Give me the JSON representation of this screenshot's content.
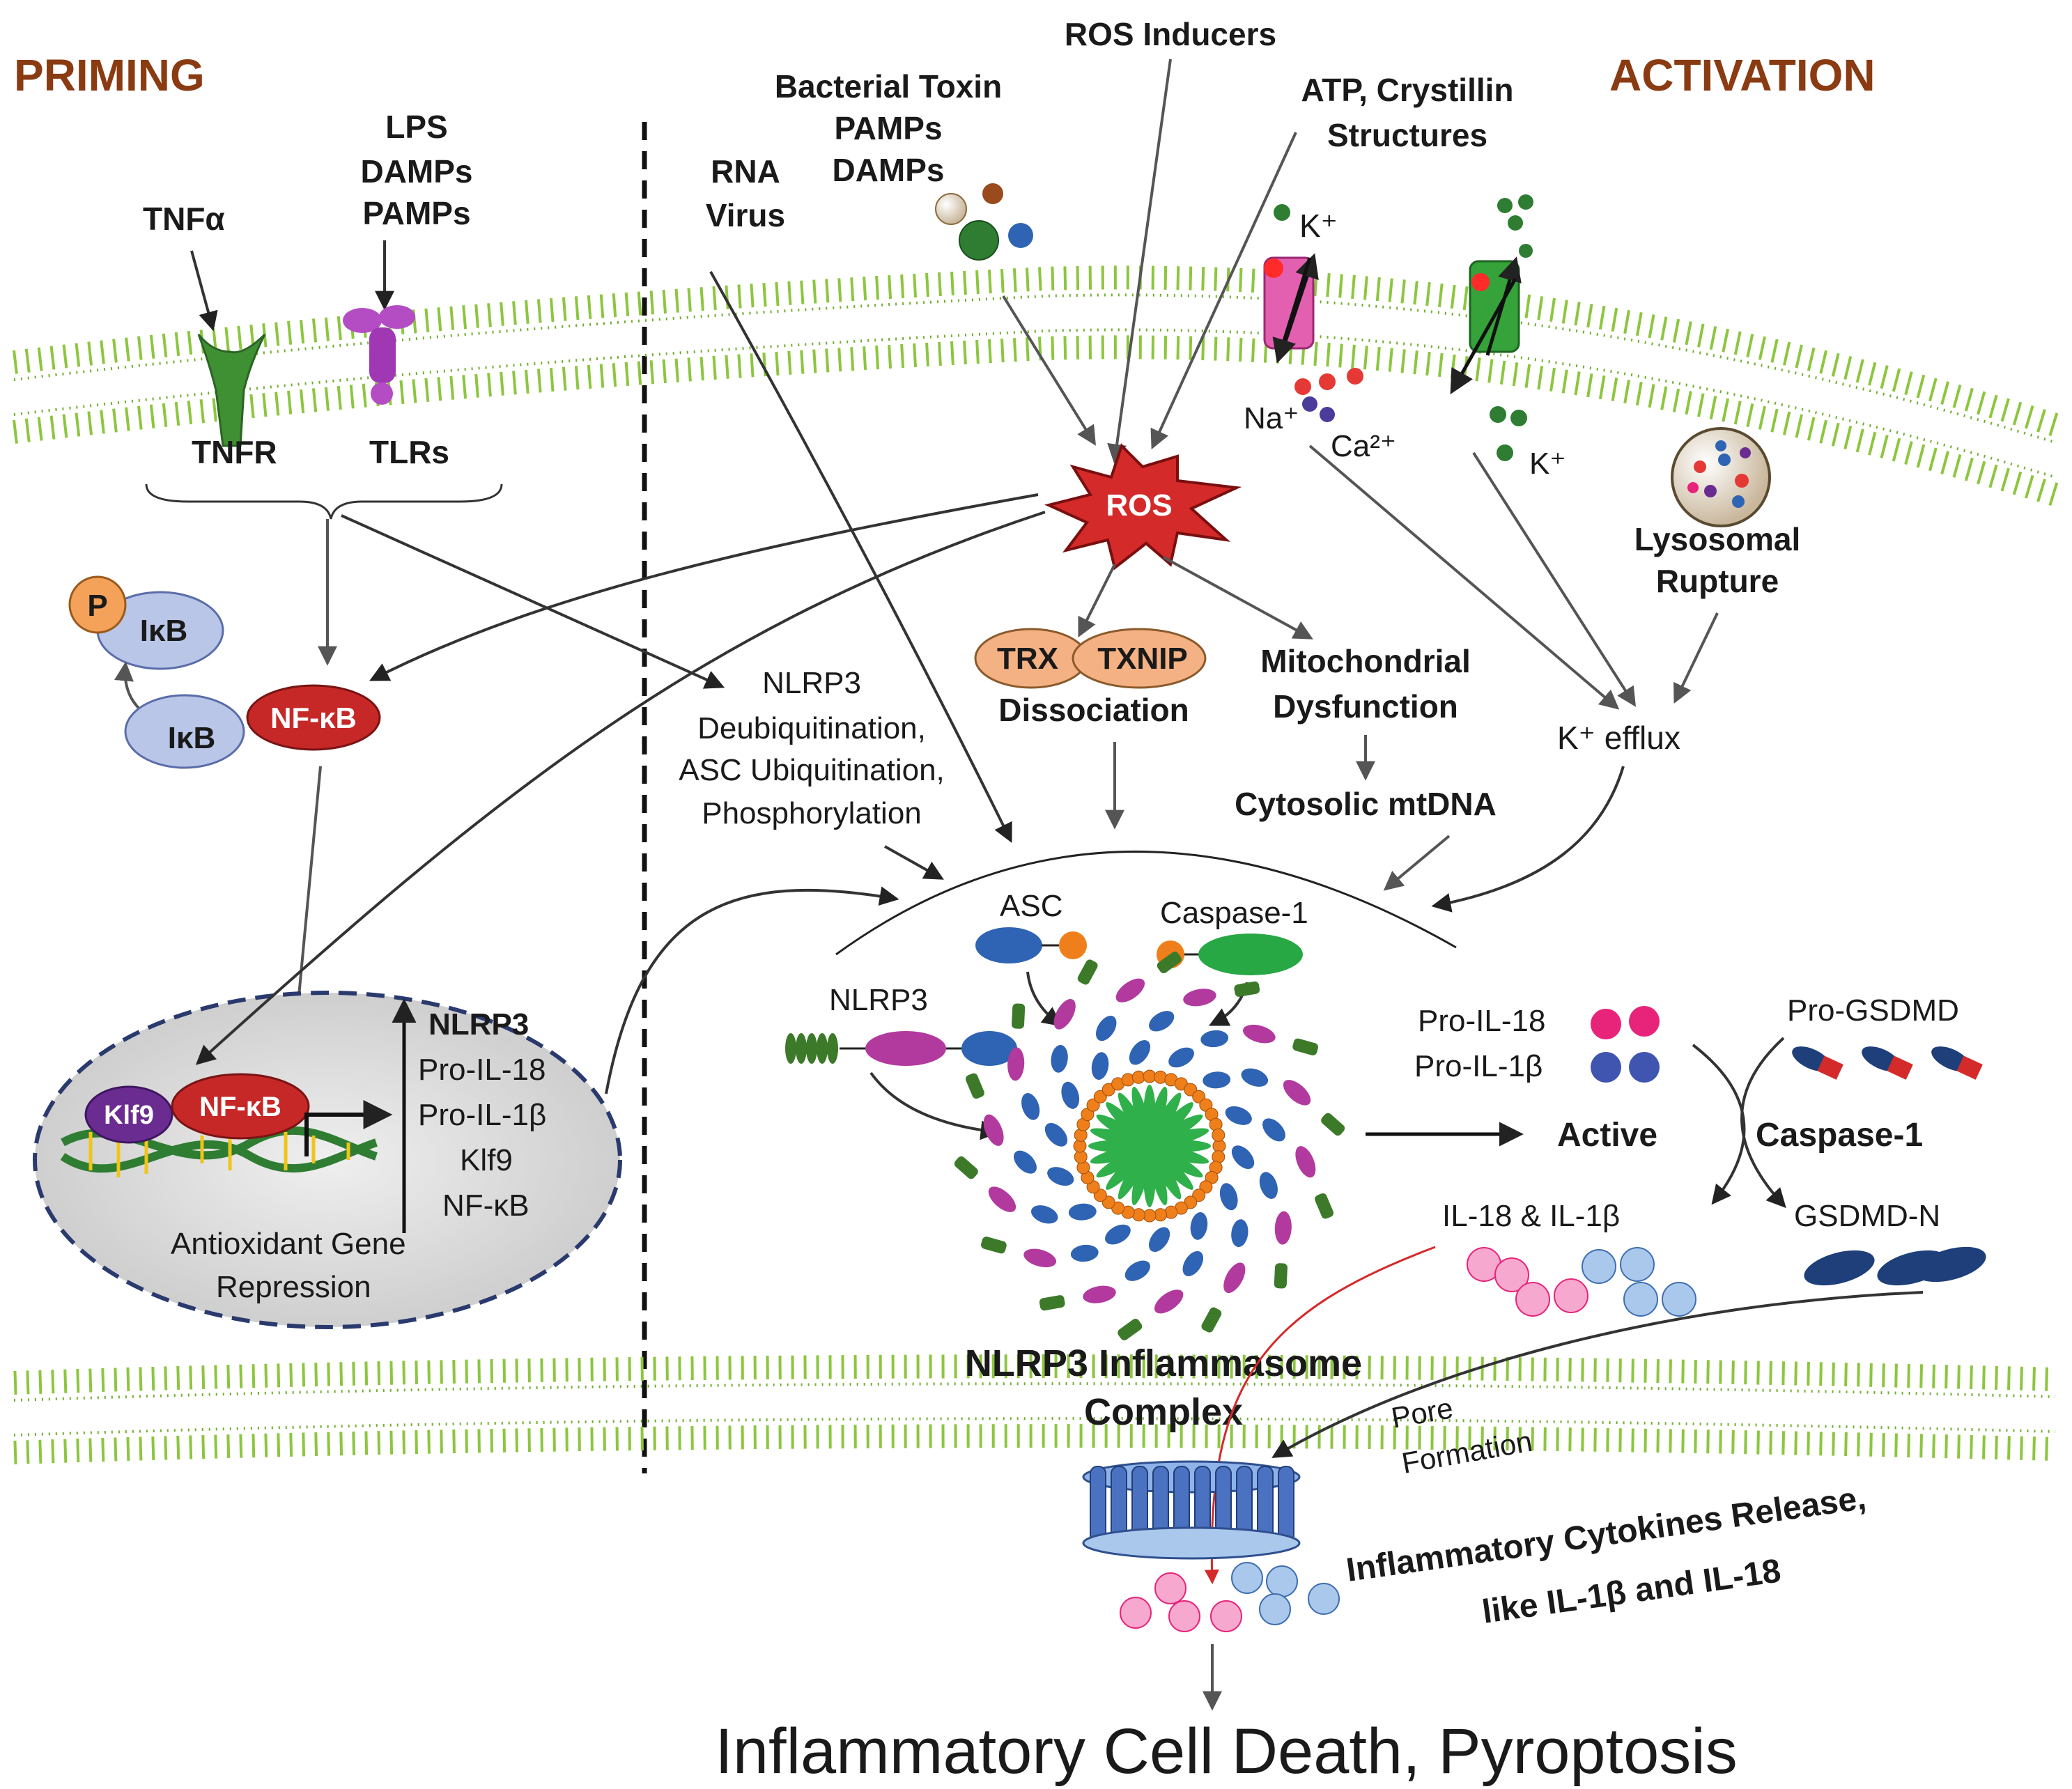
{
  "headers": {
    "priming": "PRIMING",
    "activation": "ACTIVATION"
  },
  "priming": {
    "tnfa": "TNFα",
    "lps": "LPS",
    "damps": "DAMPs",
    "pamps": "PAMPs",
    "tnfr": "TNFR",
    "tlrs": "TLRs",
    "p": "P",
    "ikb_p": "IκB",
    "ikb": "IκB",
    "nfkb": "NF-κB",
    "klf9": "Klf9",
    "nucleus_nfkb": "NF-κB",
    "genes": [
      "NLRP3",
      "Pro-IL-18",
      "Pro-IL-1β",
      "Klf9",
      "NF-κB"
    ],
    "repression_line1": "Antioxidant  Gene",
    "repression_line2": "Repression"
  },
  "activation": {
    "ros_inducers": "ROS Inducers",
    "bacterial_toxin": "Bacterial Toxin",
    "pamps": "PAMPs",
    "damps": "DAMPs",
    "rna": "RNA",
    "virus": "Virus",
    "atp_line1": "ATP, Crystillin",
    "atp_line2": "Structures",
    "k_top": "K⁺",
    "na": "Na⁺",
    "ca": "Ca²⁺",
    "k_bottom": "K⁺",
    "ros": "ROS",
    "trx": "TRX",
    "txnip": "TXNIP",
    "dissociation": "Dissociation",
    "mito_line1": "Mitochondrial",
    "mito_line2": "Dysfunction",
    "mtdna": "Cytosolic mtDNA",
    "lyso_line1": "Lysosomal",
    "lyso_line2": "Rupture",
    "k_efflux": "K⁺  efflux",
    "nlrp3_mod_line1": "NLRP3",
    "nlrp3_mod_line2": "Deubiquitination,",
    "nlrp3_mod_line3": "ASC Ubiquitination,",
    "nlrp3_mod_line4": "Phosphorylation",
    "asc": "ASC",
    "caspase1_top": "Caspase-1",
    "nlrp3": "NLRP3",
    "complex_line1": "NLRP3 Inflammasome",
    "complex_line2": "Complex",
    "pro_il18": "Pro-IL-18",
    "pro_il1b": "Pro-IL-1β",
    "active": "Active",
    "pro_gsdmd": "Pro-GSDMD",
    "caspase1": "Caspase-1",
    "il18_il1b": "IL-18  &  IL-1β",
    "gsdmd_n": "GSDMD-N",
    "pore_line1": "Pore",
    "pore_line2": "Formation",
    "release_line1": "Inflammatory  Cytokines Release,",
    "release_line2": "like IL-1β and IL-18"
  },
  "footer": "Inflammatory Cell Death, Pyroptosis",
  "colors": {
    "header": "#8a3b12",
    "membrane": "#6fae2f",
    "ros": "#d42a2a",
    "nfkb": "#c62828",
    "ikb": "#b9c6e8",
    "klf9": "#6a2c91",
    "asc_blue": "#2f63b3",
    "caspase_green": "#28a745",
    "pink": "#e8237a"
  }
}
